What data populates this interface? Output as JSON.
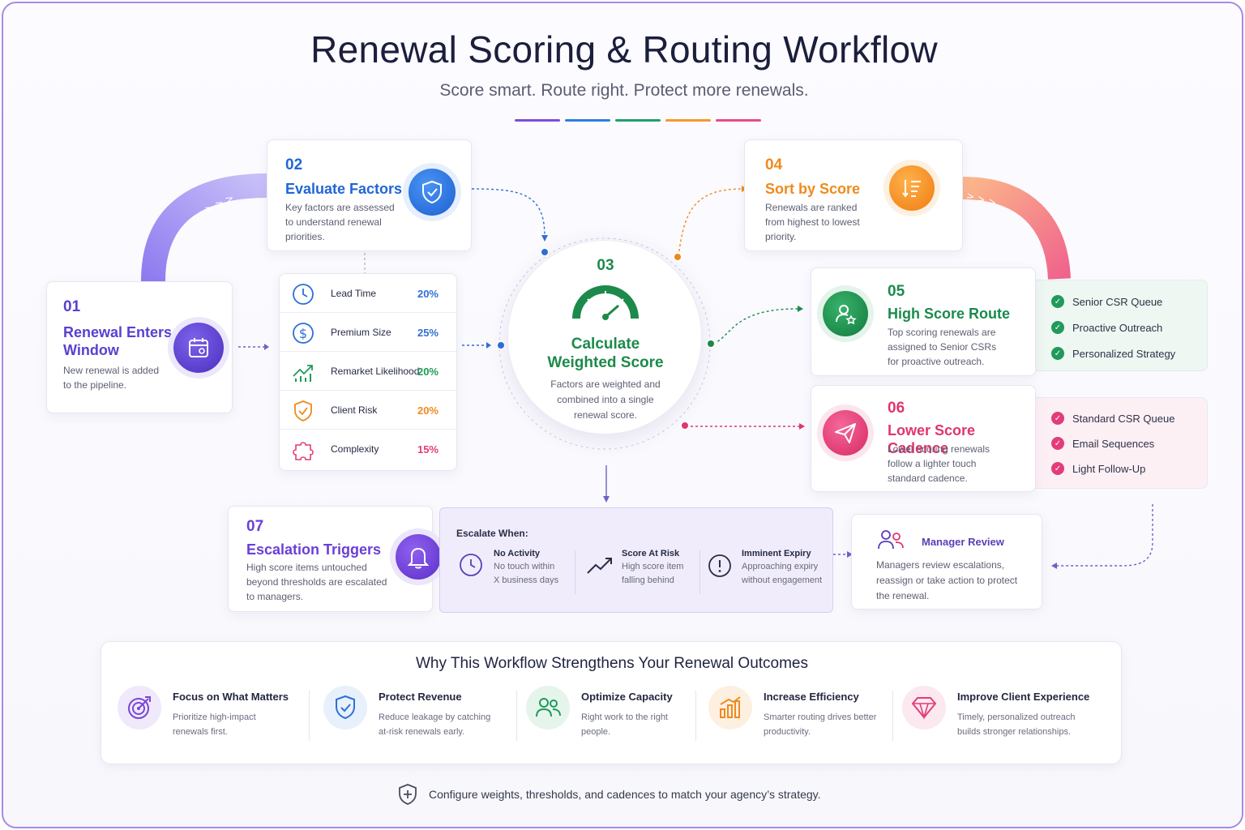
{
  "header": {
    "title": "Renewal Scoring & Routing Workflow",
    "subtitle": "Score smart. Route right. Protect more renewals.",
    "divider_colors": [
      "#7c4fd8",
      "#2f7fe0",
      "#22a06b",
      "#f29a2e",
      "#e84a8a"
    ]
  },
  "steps": {
    "s01": {
      "num": "01",
      "title_line1": "Renewal Enters",
      "title_line2": "Window",
      "desc_line1": "New renewal is added",
      "desc_line2": "to the pipeline.",
      "icon": "calendar-icon",
      "color": "#5a3fd0"
    },
    "s02": {
      "num": "02",
      "title": "Evaluate Factors",
      "desc_line1": "Key factors are assessed",
      "desc_line2": "to understand renewal",
      "desc_line3": "priorities.",
      "icon": "shield-check-icon",
      "color": "#2166d6"
    },
    "s03": {
      "num": "03",
      "title_line1": "Calculate",
      "title_line2": "Weighted Score",
      "desc_line1": "Factors are weighted and",
      "desc_line2": "combined into a single",
      "desc_line3": "renewal score.",
      "icon": "gauge-icon",
      "color": "#1c8a4a"
    },
    "s04": {
      "num": "04",
      "title": "Sort by Score",
      "desc_line1": "Renewals are ranked",
      "desc_line2": "from highest to lowest",
      "desc_line3": "priority.",
      "icon": "sort-list-icon",
      "color": "#f08a1c"
    },
    "s05": {
      "num": "05",
      "title": "High Score Route",
      "desc_line1": "Top scoring renewals are",
      "desc_line2": "assigned to Senior CSRs",
      "desc_line3": "for proactive outreach.",
      "icon": "user-star-icon",
      "color": "#1a8a4c"
    },
    "s06": {
      "num": "06",
      "title": "Lower Score Cadence",
      "desc_line1": "Lower scoring renewals",
      "desc_line2": "follow a lighter touch",
      "desc_line3": "standard cadence.",
      "icon": "paper-plane-icon",
      "color": "#e0356f"
    },
    "s07": {
      "num": "07",
      "title": "Escalation Triggers",
      "desc_line1": "High score items untouched",
      "desc_line2": "beyond thresholds are escalated",
      "desc_line3": "to managers.",
      "icon": "bell-icon",
      "color": "#6a3fd6"
    }
  },
  "factors": [
    {
      "label": "Lead Time",
      "pct": "20%",
      "icon": "clock-icon",
      "color": "#2f6fd6"
    },
    {
      "label": "Premium Size",
      "pct": "25%",
      "icon": "dollar-icon",
      "color": "#2f6fd6"
    },
    {
      "label": "Remarket Likelihood",
      "pct": "20%",
      "icon": "trend-up-icon",
      "color": "#1f9a5a"
    },
    {
      "label": "Client Risk",
      "pct": "20%",
      "icon": "shield-check-icon",
      "color": "#ef8a1e"
    },
    {
      "label": "Complexity",
      "pct": "15%",
      "icon": "puzzle-icon",
      "color": "#e23c7a"
    }
  ],
  "high_list": [
    "Senior CSR Queue",
    "Proactive Outreach",
    "Personalized Strategy"
  ],
  "low_list": [
    "Standard CSR Queue",
    "Email Sequences",
    "Light Follow-Up"
  ],
  "escalate": {
    "heading": "Escalate When:",
    "items": [
      {
        "title": "No Activity",
        "d1": "No touch within",
        "d2": "X business days",
        "icon": "clock-icon"
      },
      {
        "title": "Score At Risk",
        "d1": "High score item",
        "d2": "falling behind",
        "icon": "trend-icon"
      },
      {
        "title": "Imminent Expiry",
        "d1": "Approaching expiry",
        "d2": "without engagement",
        "icon": "alert-icon"
      }
    ]
  },
  "manager": {
    "title": "Manager Review",
    "d1": "Managers review escalations,",
    "d2": "reassign or take action to protect",
    "d3": "the renewal.",
    "icon": "users-icon"
  },
  "benefits": {
    "heading": "Why This Workflow Strengthens Your Renewal Outcomes",
    "items": [
      {
        "title": "Focus on What Matters",
        "d1": "Prioritize high-impact",
        "d2": "renewals first.",
        "icon": "target-icon",
        "color": "#7a46d6",
        "bg": "#efe9fb"
      },
      {
        "title": "Protect Revenue",
        "d1": "Reduce leakage by catching",
        "d2": "at-risk renewals early.",
        "icon": "shield-check-icon",
        "color": "#2f6fd6",
        "bg": "#e8f0fc"
      },
      {
        "title": "Optimize Capacity",
        "d1": "Right work to the right",
        "d2": "people.",
        "icon": "users-icon",
        "color": "#1f9a5a",
        "bg": "#e6f5ec"
      },
      {
        "title": "Increase Efficiency",
        "d1": "Smarter routing drives better",
        "d2": "productivity.",
        "icon": "bar-chart-icon",
        "color": "#ef8a1e",
        "bg": "#fdf0e1"
      },
      {
        "title": "Improve Client Experience",
        "d1": "Timely, personalized outreach",
        "d2": "builds stronger relationships.",
        "icon": "diamond-icon",
        "color": "#e23c7a",
        "bg": "#fce8ef"
      }
    ]
  },
  "footer": {
    "text": "Configure weights, thresholds, and cadences to match your agency’s strategy.",
    "icon": "shield-icon"
  }
}
